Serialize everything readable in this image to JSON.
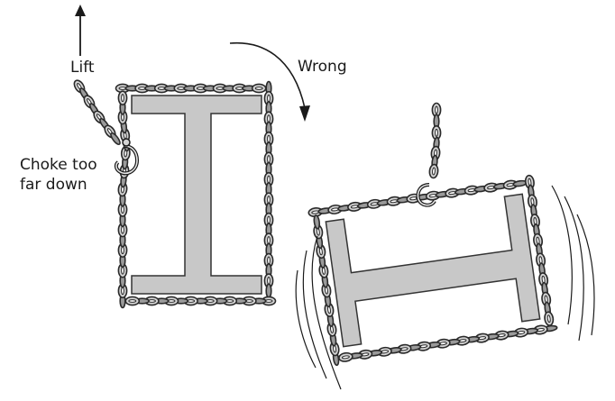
{
  "labels": {
    "lift": "Lift",
    "wrong": "Wrong",
    "choke_line1": "Choke too",
    "choke_line2": "far down"
  },
  "colors": {
    "beam_fill": "#c8c8c8",
    "beam_stroke": "#333333",
    "chain_fill": "#d4d4d4",
    "chain_stroke": "#2a2a2a",
    "ink": "#1a1a1a"
  },
  "icons": {
    "hook": "hook-icon",
    "arrow_up": "arrow-up-icon",
    "curved_arrow": "curved-arrow-icon"
  }
}
